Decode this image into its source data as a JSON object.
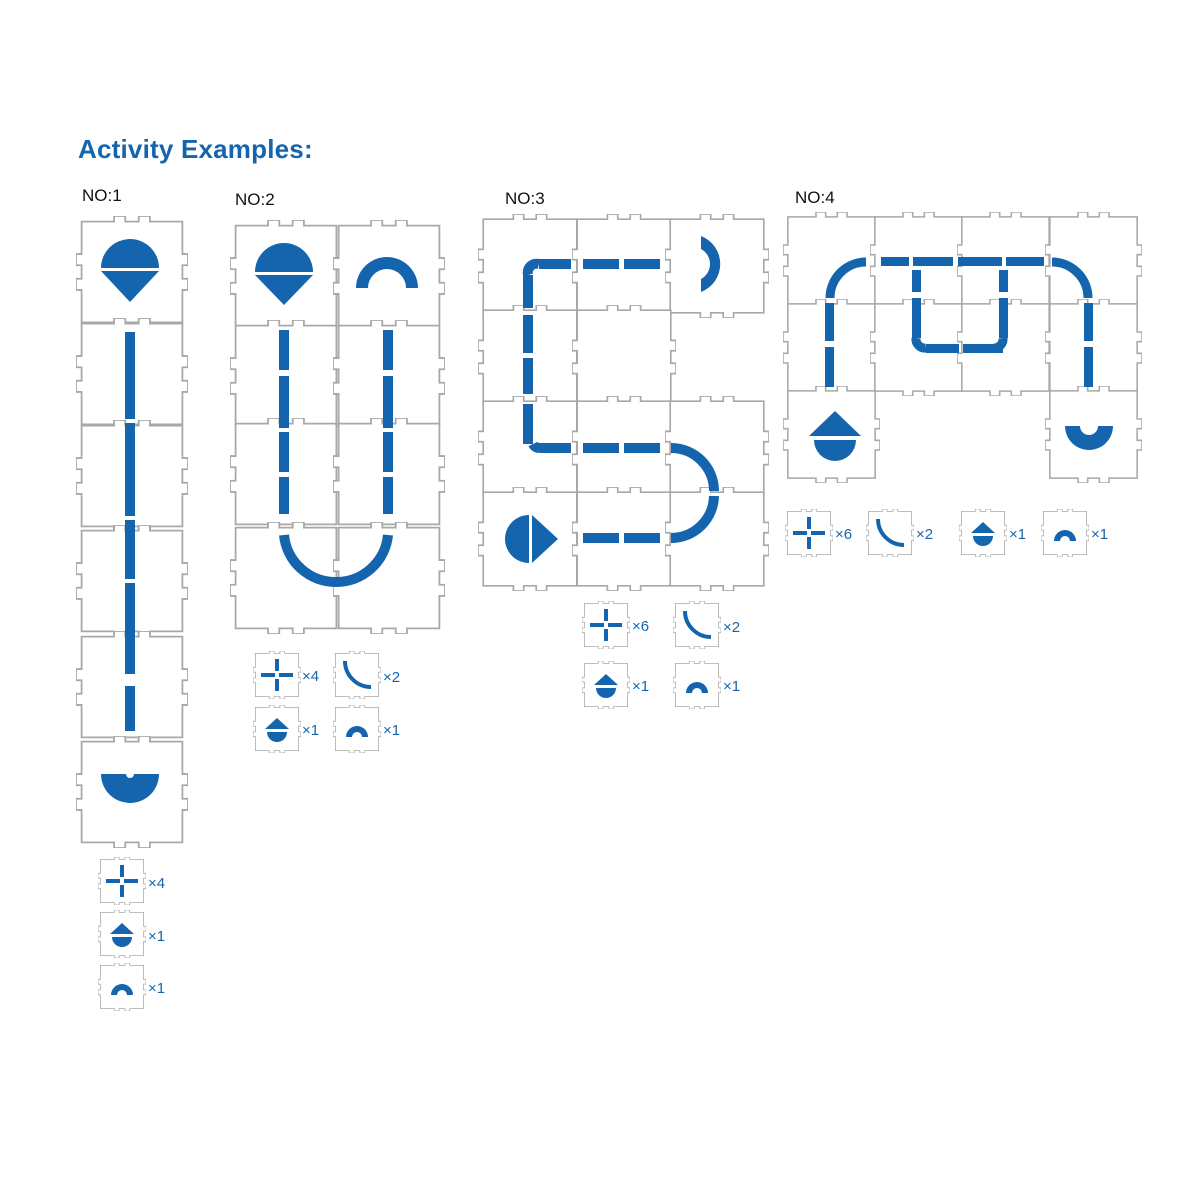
{
  "title": "Activity Examples:",
  "colors": {
    "accent": "#1565ae",
    "tile_outline": "#a8a8a8",
    "tile_fill": "#ffffff"
  },
  "examples": [
    {
      "label": "NO:1",
      "parts": [
        {
          "icon": "cross-icon",
          "qty": "×4"
        },
        {
          "icon": "house-icon",
          "qty": "×1"
        },
        {
          "icon": "arch-icon",
          "qty": "×1"
        }
      ]
    },
    {
      "label": "NO:2",
      "parts": [
        {
          "icon": "cross-icon",
          "qty": "×4"
        },
        {
          "icon": "curve-icon",
          "qty": "×2"
        },
        {
          "icon": "house-icon",
          "qty": "×1"
        },
        {
          "icon": "arch-icon",
          "qty": "×1"
        }
      ]
    },
    {
      "label": "NO:3",
      "parts": [
        {
          "icon": "cross-icon",
          "qty": "×6"
        },
        {
          "icon": "curve-icon",
          "qty": "×2"
        },
        {
          "icon": "house-icon",
          "qty": "×1"
        },
        {
          "icon": "arch-icon",
          "qty": "×1"
        }
      ]
    },
    {
      "label": "NO:4",
      "parts": [
        {
          "icon": "cross-icon",
          "qty": "×6"
        },
        {
          "icon": "curve-icon",
          "qty": "×2"
        },
        {
          "icon": "house-icon",
          "qty": "×1"
        },
        {
          "icon": "arch-icon",
          "qty": "×1"
        }
      ]
    }
  ]
}
